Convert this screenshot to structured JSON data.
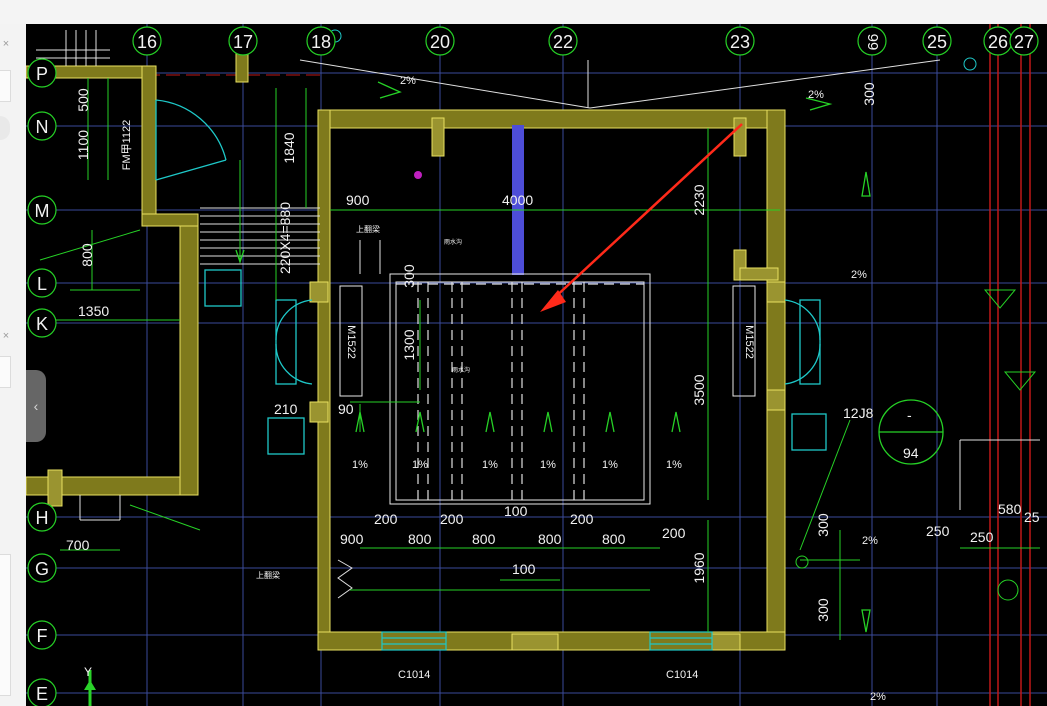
{
  "window": {
    "close_glyph": "×"
  },
  "panel": {
    "collapse_glyph": "‹"
  },
  "grid": {
    "columns": [
      "16",
      "17",
      "18",
      "20",
      "22",
      "23",
      "66",
      "25",
      "26",
      "27"
    ],
    "rows": [
      "P",
      "N",
      "M",
      "L",
      "K",
      "H",
      "G",
      "F",
      "E"
    ]
  },
  "dims": {
    "d500": "500",
    "d1100": "1100",
    "fm": "FM甲1122",
    "d800": "800",
    "d1350": "1350",
    "d700": "700",
    "d1840": "1840",
    "stair": "220X4=880",
    "d900a": "900",
    "d4000": "4000",
    "d2230": "2230",
    "d300top": "300",
    "d300mid": "300",
    "d1300": "1300",
    "d210": "210",
    "d90": "90",
    "d3500": "3500",
    "m1522a": "M1522",
    "m1522b": "M1522",
    "d12j8": "12J8",
    "dash": "-",
    "d94": "94",
    "d200a": "200",
    "d200b": "200",
    "d100a": "100",
    "d200c": "200",
    "d200d": "200",
    "d900b": "900",
    "d800a": "800",
    "d800b": "800",
    "d800c": "800",
    "d800d": "800",
    "d100b": "100",
    "d1960": "1960",
    "d300r1": "300",
    "d300r2": "300",
    "d250a": "250",
    "d250b": "250",
    "d580": "580",
    "d25": "25",
    "c1014a": "C1014",
    "c1014b": "C1014"
  },
  "slopes": {
    "s_top_left": "2%",
    "s_top_right": "2%",
    "s_mid_right": "2%",
    "s_low_right": "2%",
    "s_bottom": "2%",
    "p1": "1%",
    "p2": "1%",
    "p3": "1%",
    "p4": "1%",
    "p5": "1%",
    "p6": "1%"
  },
  "labels": {
    "up_slope_a": "上翻梁",
    "up_slope_b": "上翻梁",
    "trench_a": "雨水沟",
    "trench_b": "雨水沟"
  },
  "axis": {
    "y_label": "Y"
  },
  "colors": {
    "wall": "#7f7a1c",
    "dim": "#26d126",
    "arrow": "#ff2a1a",
    "beam": "#4d4dd8"
  }
}
